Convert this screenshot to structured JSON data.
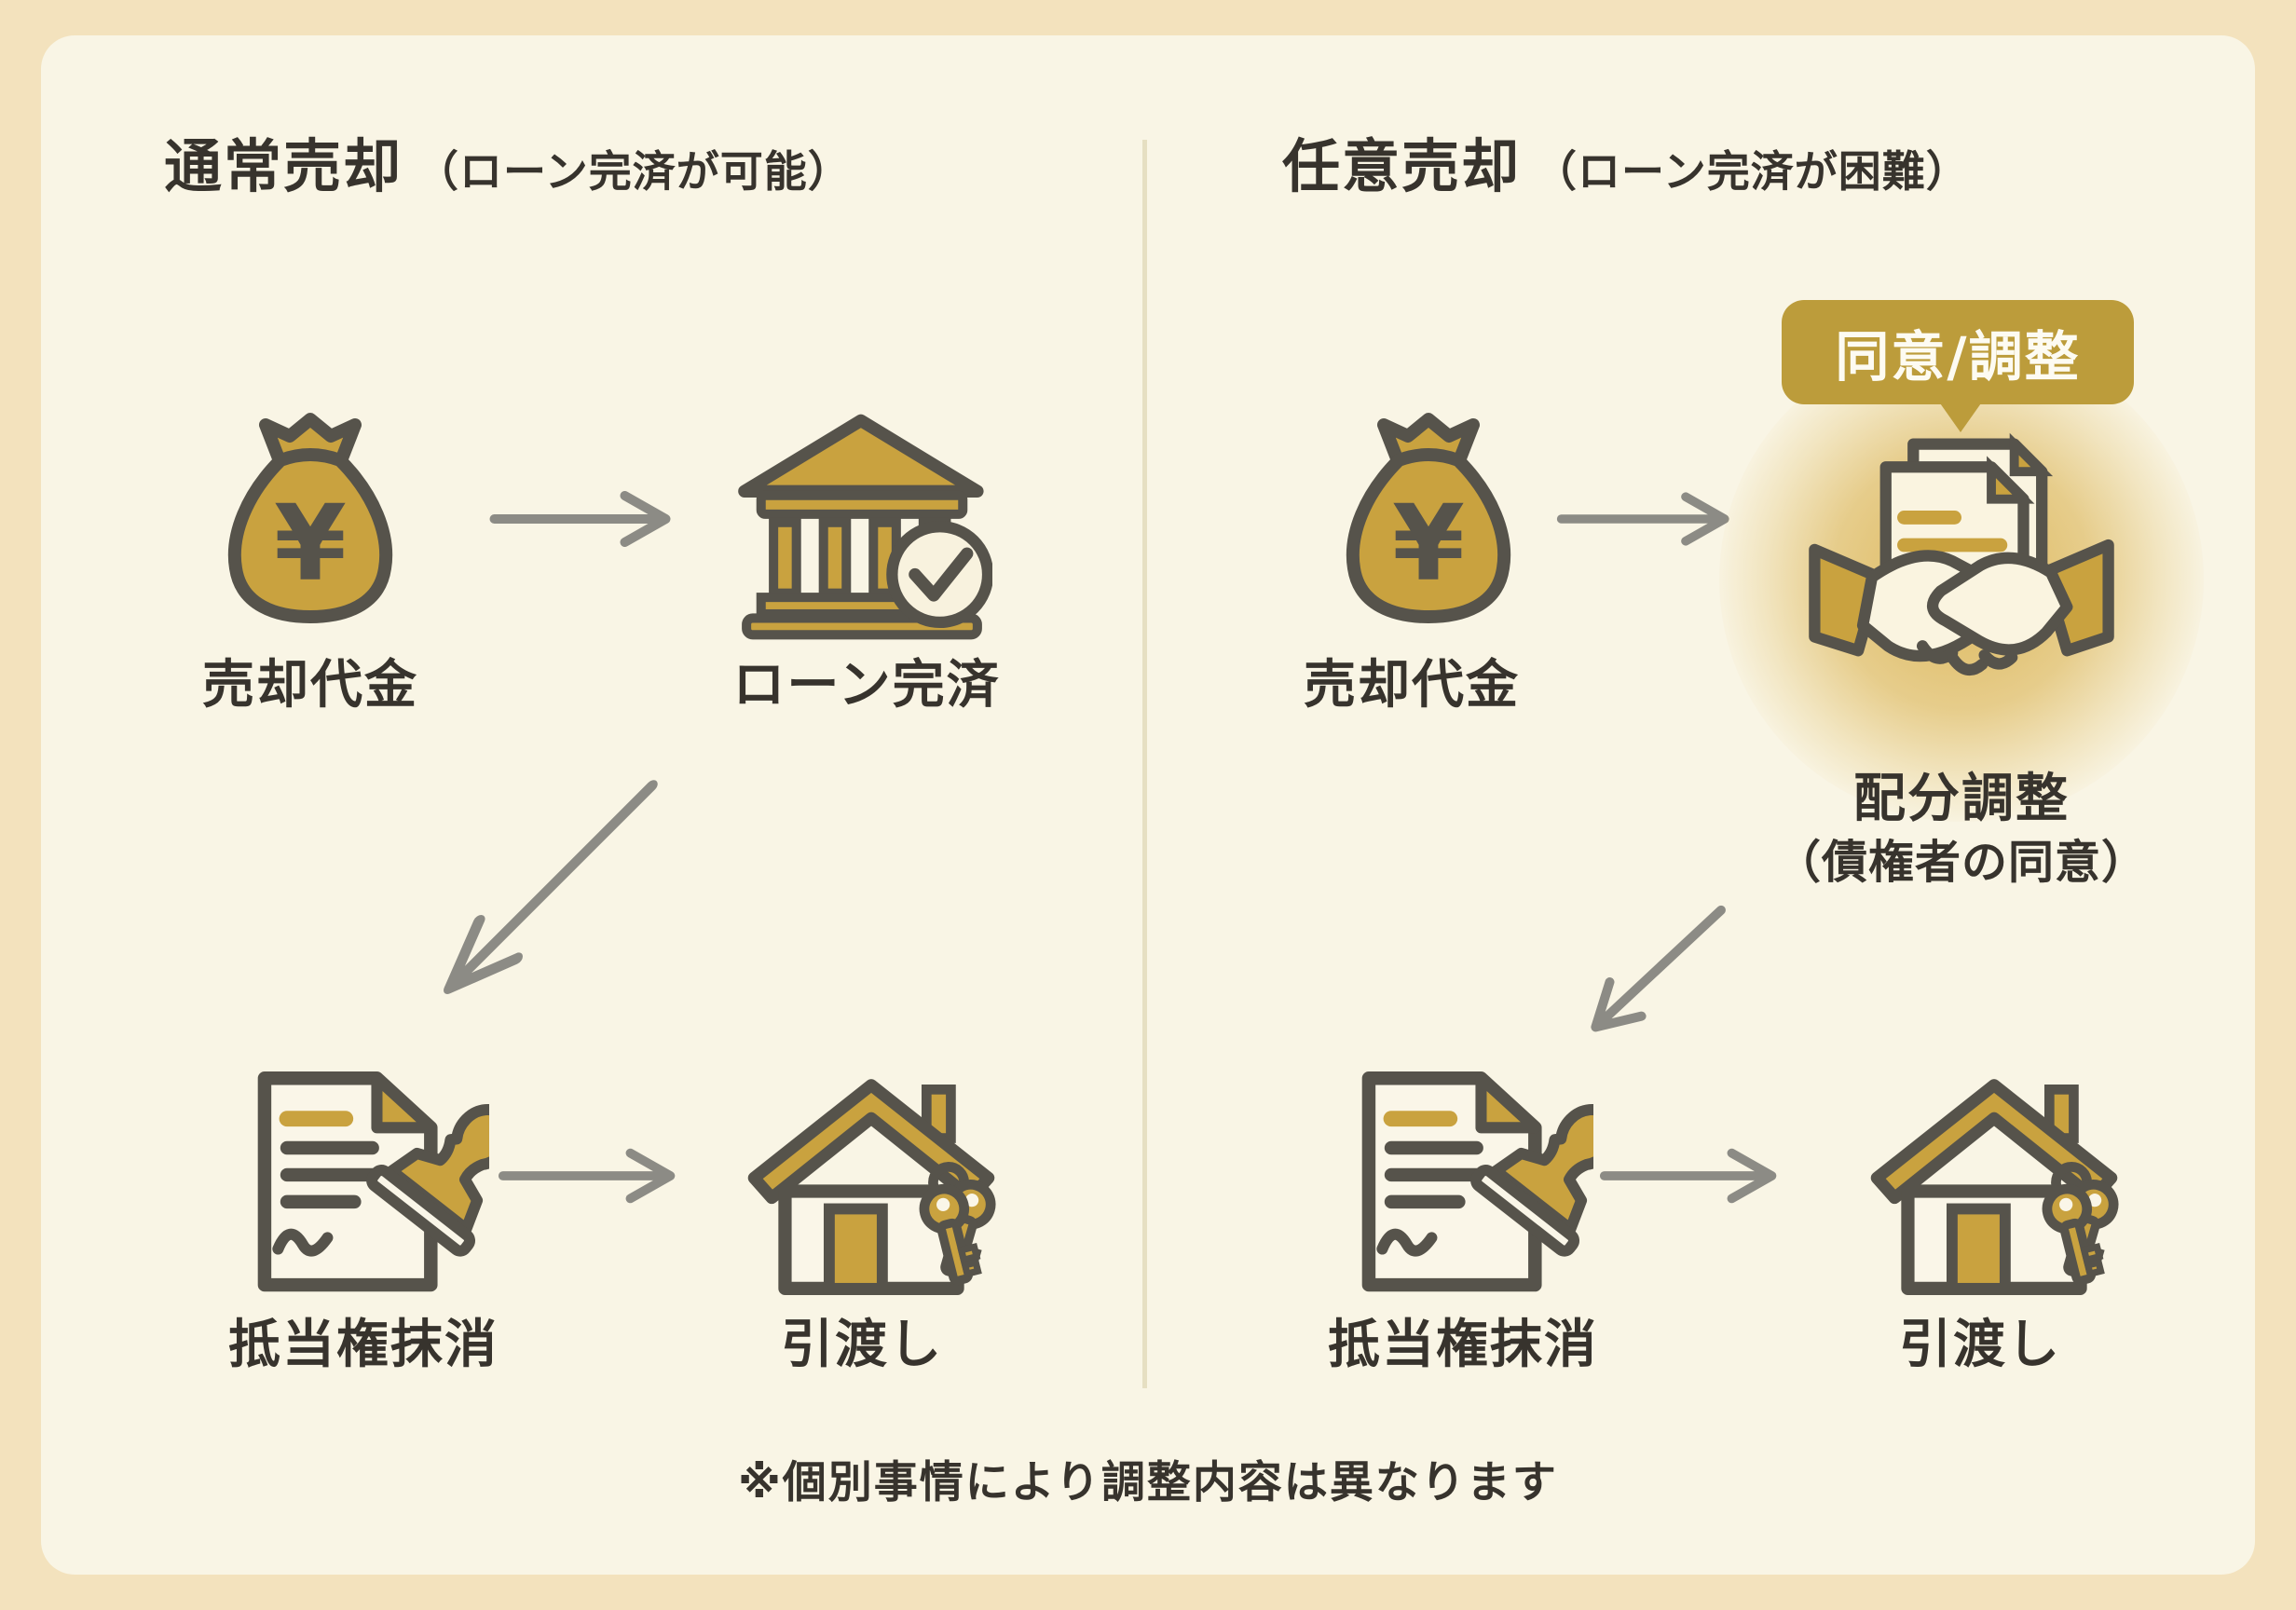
{
  "left": {
    "title": "通常売却",
    "subtitle": "（ローン完済が可能）",
    "step1": "売却代金",
    "step2": "ローン完済",
    "step3": "抵当権抹消",
    "step4": "引渡し"
  },
  "right": {
    "title": "任意売却",
    "subtitle": "（ローン完済が困難）",
    "bubble": "同意/調整",
    "step1": "売却代金",
    "step2_line1": "配分調整",
    "step2_line2": "（債権者の同意）",
    "step3": "抵当権抹消",
    "step4": "引渡し"
  },
  "footnote": "※個別事情により調整内容は異なります",
  "icons": {
    "money_bag": "money-bag-icon",
    "bank_check": "bank-check-icon",
    "document_stamp": "document-stamp-icon",
    "house_keys": "house-keys-icon",
    "handshake_documents": "handshake-documents-icon",
    "arrow": "arrow-icon"
  },
  "colors": {
    "outer_background": "#F3E2BD",
    "panel_background": "#F9F5E5",
    "gold": "#C9A23F",
    "bubble_gold": "#BC9C3B",
    "icon_outline": "#56534B",
    "text": "#37332D",
    "arrow_gray": "#8C8B85",
    "divider": "#E6DFC2",
    "glow": "#DBB454"
  }
}
